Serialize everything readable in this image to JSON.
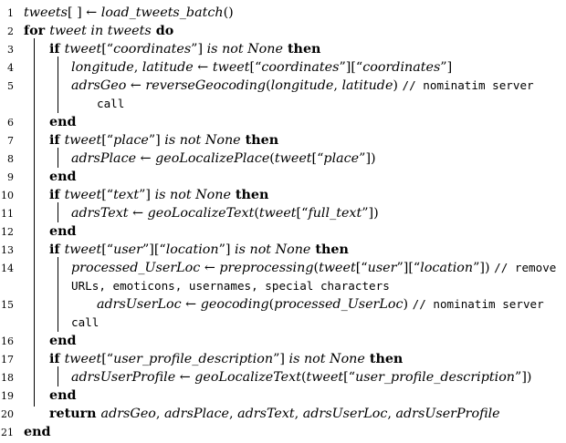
{
  "algorithm": {
    "lines": [
      {
        "n": "1",
        "parts": [
          {
            "c": "it",
            "t": "tweets"
          },
          {
            "c": "",
            "t": "[ ] ← "
          },
          {
            "c": "it",
            "t": "load_tweets_batch"
          },
          {
            "c": "",
            "t": "()"
          }
        ]
      },
      {
        "n": "2",
        "parts": [
          {
            "c": "kw",
            "t": "for "
          },
          {
            "c": "it",
            "t": "tweet in tweets"
          },
          {
            "c": "kw",
            "t": " do"
          }
        ]
      },
      {
        "n": "3",
        "parts": [
          {
            "c": "kw",
            "t": "if "
          },
          {
            "c": "it",
            "t": "tweet"
          },
          {
            "c": "",
            "t": "[“"
          },
          {
            "c": "it",
            "t": "coordinates"
          },
          {
            "c": "",
            "t": "”] "
          },
          {
            "c": "it",
            "t": "is not None"
          },
          {
            "c": "kw",
            "t": " then"
          }
        ]
      },
      {
        "n": "4",
        "parts": [
          {
            "c": "it",
            "t": "longitude"
          },
          {
            "c": "",
            "t": ", "
          },
          {
            "c": "it",
            "t": "latitude"
          },
          {
            "c": "",
            "t": " ← "
          },
          {
            "c": "it",
            "t": "tweet"
          },
          {
            "c": "",
            "t": "[“"
          },
          {
            "c": "it",
            "t": "coordinates"
          },
          {
            "c": "",
            "t": "”][“"
          },
          {
            "c": "it",
            "t": "coordinates"
          },
          {
            "c": "",
            "t": "”]"
          }
        ]
      },
      {
        "n": "5",
        "parts": [
          {
            "c": "it",
            "t": "adrsGeo"
          },
          {
            "c": "",
            "t": " ← "
          },
          {
            "c": "it",
            "t": "reverseGeocoding"
          },
          {
            "c": "",
            "t": "("
          },
          {
            "c": "it",
            "t": "longitude"
          },
          {
            "c": "",
            "t": ", "
          },
          {
            "c": "it",
            "t": "latitude"
          },
          {
            "c": "",
            "t": ") "
          },
          {
            "c": "mono",
            "t": "// nominatim server"
          }
        ]
      },
      {
        "n": "",
        "parts": [
          {
            "c": "mono",
            "t": "call"
          }
        ]
      },
      {
        "n": "6",
        "parts": [
          {
            "c": "kw",
            "t": "end"
          }
        ]
      },
      {
        "n": "7",
        "parts": [
          {
            "c": "kw",
            "t": "if "
          },
          {
            "c": "it",
            "t": "tweet"
          },
          {
            "c": "",
            "t": "[“"
          },
          {
            "c": "it",
            "t": "place"
          },
          {
            "c": "",
            "t": "”] "
          },
          {
            "c": "it",
            "t": "is not None"
          },
          {
            "c": "kw",
            "t": " then"
          }
        ]
      },
      {
        "n": "8",
        "parts": [
          {
            "c": "it",
            "t": "adrsPlace"
          },
          {
            "c": "",
            "t": " ← "
          },
          {
            "c": "it",
            "t": "geoLocalizePlace"
          },
          {
            "c": "",
            "t": "("
          },
          {
            "c": "it",
            "t": "tweet"
          },
          {
            "c": "",
            "t": "[“"
          },
          {
            "c": "it",
            "t": "place"
          },
          {
            "c": "",
            "t": "”])"
          }
        ]
      },
      {
        "n": "9",
        "parts": [
          {
            "c": "kw",
            "t": "end"
          }
        ]
      },
      {
        "n": "10",
        "parts": [
          {
            "c": "kw",
            "t": "if "
          },
          {
            "c": "it",
            "t": "tweet"
          },
          {
            "c": "",
            "t": "[“"
          },
          {
            "c": "it",
            "t": "text"
          },
          {
            "c": "",
            "t": "”] "
          },
          {
            "c": "it",
            "t": "is not None"
          },
          {
            "c": "kw",
            "t": " then"
          }
        ]
      },
      {
        "n": "11",
        "parts": [
          {
            "c": "it",
            "t": "adrsText"
          },
          {
            "c": "",
            "t": " ← "
          },
          {
            "c": "it",
            "t": "geoLocalizeText"
          },
          {
            "c": "",
            "t": "("
          },
          {
            "c": "it",
            "t": "tweet"
          },
          {
            "c": "",
            "t": "[“"
          },
          {
            "c": "it",
            "t": "full_text"
          },
          {
            "c": "",
            "t": "”])"
          }
        ]
      },
      {
        "n": "12",
        "parts": [
          {
            "c": "kw",
            "t": "end"
          }
        ]
      },
      {
        "n": "13",
        "parts": [
          {
            "c": "kw",
            "t": "if "
          },
          {
            "c": "it",
            "t": "tweet"
          },
          {
            "c": "",
            "t": "[“"
          },
          {
            "c": "it",
            "t": "user"
          },
          {
            "c": "",
            "t": "”][“"
          },
          {
            "c": "it",
            "t": "location"
          },
          {
            "c": "",
            "t": "”] "
          },
          {
            "c": "it",
            "t": "is not None"
          },
          {
            "c": "kw",
            "t": " then"
          }
        ]
      },
      {
        "n": "14",
        "parts": [
          {
            "c": "it",
            "t": "processed_UserLoc"
          },
          {
            "c": "",
            "t": " ← "
          },
          {
            "c": "it",
            "t": "preprocessing"
          },
          {
            "c": "",
            "t": "("
          },
          {
            "c": "it",
            "t": "tweet"
          },
          {
            "c": "",
            "t": "[“"
          },
          {
            "c": "it",
            "t": "user"
          },
          {
            "c": "",
            "t": "”][“"
          },
          {
            "c": "it",
            "t": "location"
          },
          {
            "c": "",
            "t": "”]) "
          },
          {
            "c": "mono",
            "t": "// remove"
          }
        ]
      },
      {
        "n": "",
        "parts": [
          {
            "c": "mono",
            "t": "URLs, emoticons, usernames, special characters"
          }
        ]
      },
      {
        "n": "15",
        "parts": [
          {
            "c": "it",
            "t": "adrsUserLoc"
          },
          {
            "c": "",
            "t": " ← "
          },
          {
            "c": "it",
            "t": "geocoding"
          },
          {
            "c": "",
            "t": "("
          },
          {
            "c": "it",
            "t": "processed_UserLoc"
          },
          {
            "c": "",
            "t": ") "
          },
          {
            "c": "mono",
            "t": "// nominatim server"
          }
        ]
      },
      {
        "n": "",
        "parts": [
          {
            "c": "mono",
            "t": "call"
          }
        ]
      },
      {
        "n": "16",
        "parts": [
          {
            "c": "kw",
            "t": "end"
          }
        ]
      },
      {
        "n": "17",
        "parts": [
          {
            "c": "kw",
            "t": "if "
          },
          {
            "c": "it",
            "t": "tweet"
          },
          {
            "c": "",
            "t": "[“"
          },
          {
            "c": "it",
            "t": "user_profile_description"
          },
          {
            "c": "",
            "t": "”] "
          },
          {
            "c": "it",
            "t": "is not None"
          },
          {
            "c": "kw",
            "t": " then"
          }
        ]
      },
      {
        "n": "18",
        "parts": [
          {
            "c": "it",
            "t": "adrsUserProfile"
          },
          {
            "c": "",
            "t": " ← "
          },
          {
            "c": "it",
            "t": "geoLocalizeText"
          },
          {
            "c": "",
            "t": "("
          },
          {
            "c": "it",
            "t": "tweet"
          },
          {
            "c": "",
            "t": "[“"
          },
          {
            "c": "it",
            "t": "user_profile_description"
          },
          {
            "c": "",
            "t": "”])"
          }
        ]
      },
      {
        "n": "19",
        "parts": [
          {
            "c": "kw",
            "t": "end"
          }
        ]
      },
      {
        "n": "20",
        "parts": [
          {
            "c": "kw",
            "t": "return "
          },
          {
            "c": "it",
            "t": "adrsGeo"
          },
          {
            "c": "",
            "t": ", "
          },
          {
            "c": "it",
            "t": "adrsPlace"
          },
          {
            "c": "",
            "t": ", "
          },
          {
            "c": "it",
            "t": "adrsText"
          },
          {
            "c": "",
            "t": ", "
          },
          {
            "c": "it",
            "t": "adrsUserLoc"
          },
          {
            "c": "",
            "t": ", "
          },
          {
            "c": "it",
            "t": "adrsUserProfile"
          }
        ]
      },
      {
        "n": "21",
        "parts": [
          {
            "c": "kw",
            "t": "end"
          }
        ]
      }
    ]
  }
}
